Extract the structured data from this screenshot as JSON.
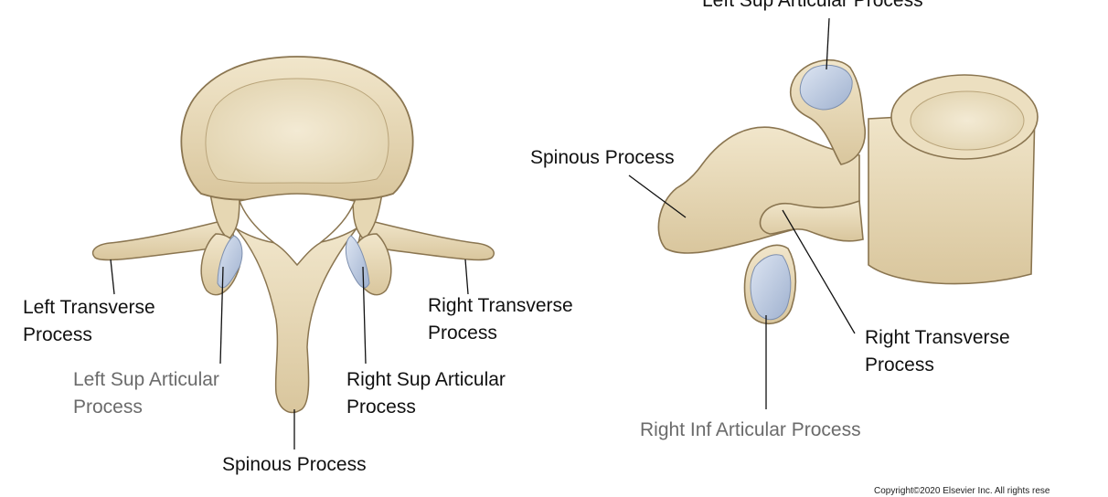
{
  "superior_view": {
    "labels": {
      "left_transverse": [
        "Left Transverse",
        "Process"
      ],
      "right_transverse": [
        "Right Transverse",
        "Process"
      ],
      "left_sup_articular": [
        "Left Sup Articular",
        "Process"
      ],
      "right_sup_articular": [
        "Right Sup Articular",
        "Process"
      ],
      "spinous": "Spinous Process"
    }
  },
  "lateral_view": {
    "labels": {
      "left_sup_articular": "Left Sup Articular Process",
      "spinous": "Spinous Process",
      "right_transverse": [
        "Right Transverse",
        "Process"
      ],
      "right_inf_articular": "Right Inf Articular Process"
    }
  },
  "copyright": "Copyright©2020 Elsevier Inc. All rights rese",
  "colors": {
    "bone": "#ecdfc0",
    "bone_shade": "#cdb88f",
    "outline": "#8a7550",
    "cartilage": "#b8c6de",
    "leader": "#111111"
  }
}
